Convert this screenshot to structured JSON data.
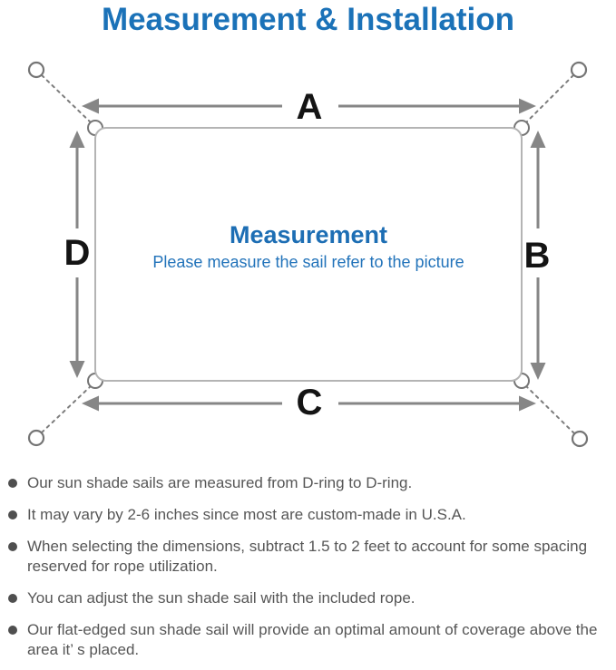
{
  "title": "Measurement & Installation",
  "colors": {
    "title_blue": "#1b72b8",
    "center_blue": "#1d6eb4",
    "subtitle_blue": "#2273ba",
    "sail_outline_gray": "#b4b4b4",
    "arrow_gray": "#868686",
    "rope_gray": "#7d7d7d",
    "note_text_gray": "#565656",
    "label_black": "#141414"
  },
  "diagram": {
    "labels": {
      "top": "A",
      "right": "B",
      "bottom": "C",
      "left": "D"
    },
    "center_title": "Measurement",
    "center_subtitle": "Please measure the sail refer to the picture",
    "icons": [
      "anchor-ring-icon-top-left",
      "anchor-ring-icon-top-right",
      "anchor-ring-icon-bottom-left",
      "anchor-ring-icon-bottom-right",
      "d-ring-icon-top-left",
      "d-ring-icon-top-right",
      "d-ring-icon-bottom-left",
      "d-ring-icon-bottom-right"
    ]
  },
  "notes": {
    "items": [
      "Our sun shade sails are measured from D-ring to D-ring.",
      "It may vary by 2-6 inches since most are custom-made in U.S.A.",
      "When selecting the dimensions, subtract 1.5 to 2 feet to account for some spacing reserved for rope utilization.",
      "You can adjust the sun shade sail with the included rope.",
      "Our flat-edged sun shade sail will provide an optimal amount of coverage above the area it’ s placed."
    ]
  }
}
